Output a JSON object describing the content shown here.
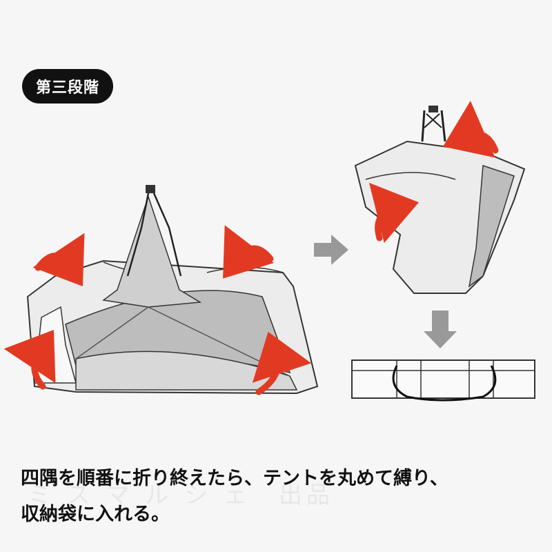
{
  "stage_label": "第三段階",
  "caption": {
    "line1": "四隅を順番に折り終えたら、テントを丸めて縛り、",
    "line2": "収納袋に入れる。"
  },
  "watermark": "ミ ス マ ル シ ェ　出品",
  "colors": {
    "background": "#f6f6f6",
    "badge": "#111111",
    "arrow_red": "#e23a22",
    "step_arrow_gray": "#999999",
    "tent_fill": "#ececec",
    "tent_shade": "#bdbdbd"
  },
  "icons": {
    "fold_arrow": "curved-red-arrow-icon",
    "step_arrow": "gray-arrow-icon"
  }
}
